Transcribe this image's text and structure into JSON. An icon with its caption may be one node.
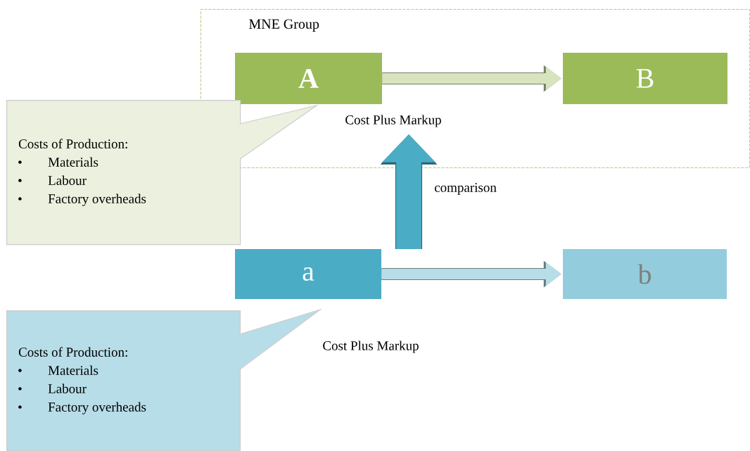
{
  "diagram": {
    "nodes": [
      {
        "text": [
          "MNE Group"
        ]
      },
      {
        "text": [
          "A"
        ],
        "in": 0
      },
      {
        "text": [
          "B"
        ],
        "in": 0
      },
      {
        "text": [
          "Costs of Production:",
          "Materials",
          "Labour",
          "Factory overheads"
        ]
      },
      {
        "text": [
          "Cost Plus Markup"
        ],
        "in": 0
      },
      {
        "text": [
          "a"
        ]
      },
      {
        "text": [
          "b"
        ]
      },
      {
        "text": [
          "Costs of Production:",
          "Materials",
          "Labour",
          "Factory overheads"
        ]
      }
    ],
    "edges": [
      {
        "from": 1,
        "to": 2,
        "arrow": "to",
        "color": "#d7e4bd"
      },
      {
        "from": null,
        "to": 4,
        "arrow": "to",
        "label": "comparison",
        "style": "thick",
        "color": "#4bacc6"
      },
      {
        "from": 5,
        "to": 6,
        "arrow": "to",
        "color": "#b7dde8"
      }
    ],
    "labels": [
      "Cost Plus Markup"
    ]
  }
}
